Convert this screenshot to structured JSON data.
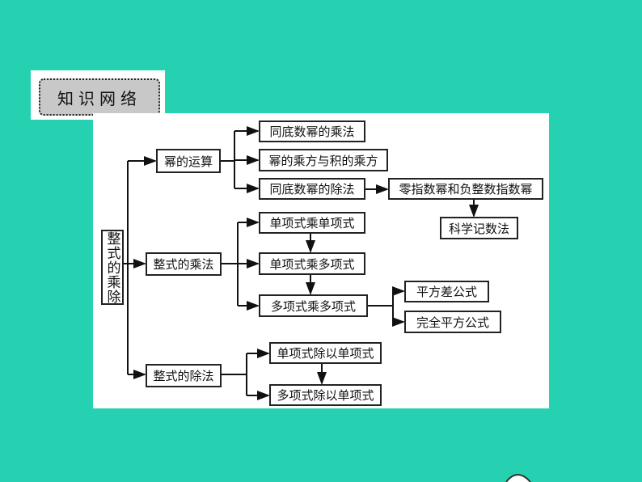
{
  "title": "知识网络",
  "root": "整式的乘除",
  "branches": {
    "power": {
      "label": "幂的运算",
      "items": [
        "同底数幂的乘法",
        "幂的乘方与积的乘方",
        "同底数幂的除法"
      ],
      "next": "零指数幂和负整数指数幂",
      "next2": "科学记数法"
    },
    "mult": {
      "label": "整式的乘法",
      "items": [
        "单项式乘单项式",
        "单项式乘多项式",
        "多项式乘多项式"
      ],
      "formulas": [
        "平方差公式",
        "完全平方公式"
      ]
    },
    "div": {
      "label": "整式的除法",
      "items": [
        "单项式除以单项式",
        "多项式除以单项式"
      ]
    }
  }
}
